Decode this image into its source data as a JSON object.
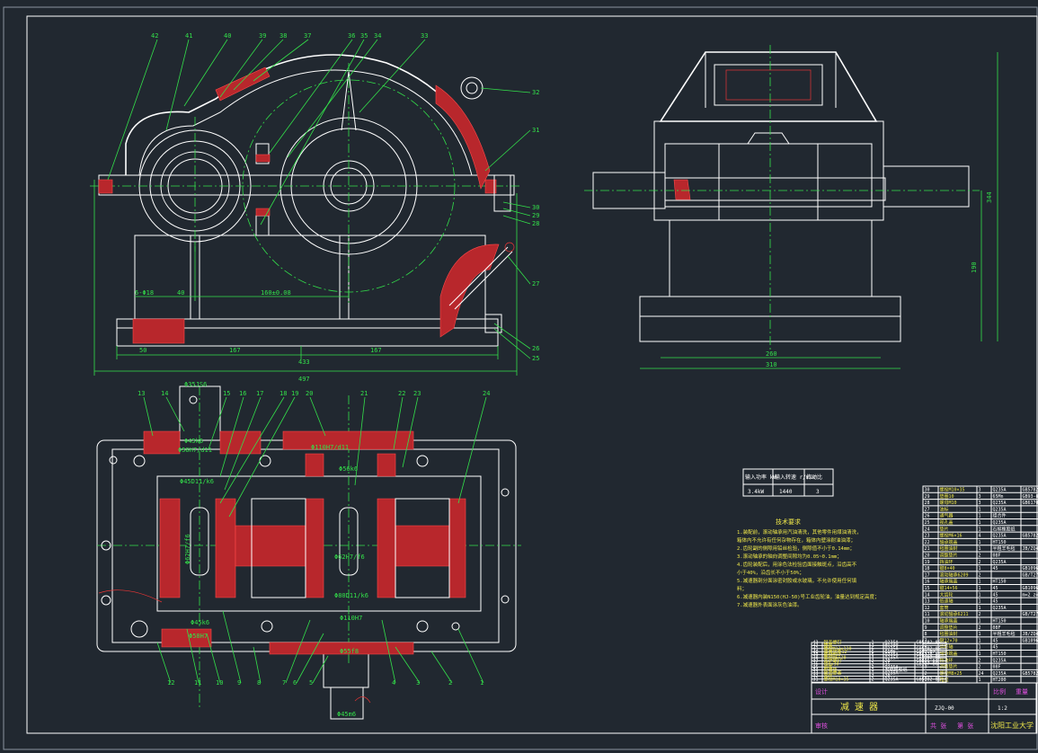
{
  "front_view": {
    "callouts_top": [
      "42",
      "41",
      "40",
      "39",
      "38",
      "37",
      "36",
      "35",
      "34",
      "33"
    ],
    "callouts_right": [
      "32",
      "31",
      "30",
      "29",
      "28",
      "27",
      "26",
      "25"
    ],
    "dims": {
      "d1": "6-Φ18",
      "d2": "40",
      "d3": "160±0.08",
      "d4": "50",
      "d5": "167",
      "d6": "167",
      "d7": "433",
      "d8": "497"
    }
  },
  "side_view": {
    "dims": {
      "height1": "344",
      "height2": "190",
      "base1": "260",
      "base2": "310"
    }
  },
  "plan_view": {
    "callouts_top": [
      "13",
      "14",
      "15",
      "16",
      "17",
      "18",
      "19",
      "20",
      "21",
      "22",
      "23",
      "24"
    ],
    "callouts_bottom": [
      "12",
      "11",
      "10",
      "9",
      "8",
      "7",
      "6",
      "5",
      "4",
      "3",
      "2",
      "1"
    ],
    "fits": {
      "f1": "Φ35JS6",
      "f2": "Φ45k6",
      "f3": "Φ58H7/d11",
      "f4": "Φ45D11/k6",
      "f5": "Φ62H7/f6",
      "f6": "Φ110H7/d11",
      "f7": "Φ56k6",
      "f8": "Φ62H7/f6",
      "f9": "Φ80D11/k6",
      "f10": "Φ110H7",
      "f11": "Φ45k6",
      "f12": "Φ58H7",
      "f13": "Φ55f8",
      "f14": "Φ45m6"
    }
  },
  "spec_table": {
    "headers": [
      "输入功率 kW",
      "输入转速 r/min",
      "传动比"
    ],
    "values": [
      "3.4kW",
      "1440",
      "3"
    ]
  },
  "tech_title": "技术要求",
  "tech_lines": [
    "1.装配前，滚动轴承用汽油清洗，其他零件用煤油清洗，",
    "箱体内不允许有任何杂物存在，箱体内壁涂耐油油漆；",
    "2.齿轮副的侧隙用铅丝检验，侧隙值不小于0.14mm；",
    "3.滚动轴承的轴向调整间隙均为0.05~0.1mm；",
    "4.齿轮装配后，用涂色法检验齿面接触斑点，沿齿高不",
    "小于40%，沿齿长不小于50%；",
    "5.减速器剖分面涂密封胶或水玻璃，不允许使用任何填",
    "料；",
    "6.减速器内装N150(HJ-50)号工业齿轮油，油量达到规定高度；",
    "7.减速器外表面涂灰色油漆。"
  ],
  "bom_right": [
    [
      "30",
      "螺栓M10×35",
      "3",
      "Q235A",
      "GB5782-86"
    ],
    [
      "29",
      "垫圈10",
      "3",
      "65Mn",
      "GB93-87"
    ],
    [
      "28",
      "螺母M10",
      "3",
      "Q235A",
      "GB6170-86"
    ],
    [
      "27",
      "油标",
      "1",
      "Q235A",
      ""
    ],
    [
      "26",
      "通气器",
      "1",
      "组合件",
      ""
    ],
    [
      "25",
      "视孔盖",
      "1",
      "Q235A",
      ""
    ],
    [
      "24",
      "垫片",
      "1",
      "石棉橡胶纸",
      ""
    ],
    [
      "23",
      "螺栓M6×16",
      "4",
      "Q235A",
      "GB5782-86"
    ],
    [
      "22",
      "轴承端盖",
      "1",
      "HT150",
      ""
    ],
    [
      "21",
      "毡圈油封",
      "1",
      "半粗羊毛毡",
      "JB/ZQ4606"
    ],
    [
      "20",
      "调整垫片",
      "2",
      "08F",
      ""
    ],
    [
      "19",
      "挡油环",
      "2",
      "Q235A",
      ""
    ],
    [
      "18",
      "键8×40",
      "1",
      "45",
      "GB1096-79"
    ],
    [
      "17",
      "滚动轴承6209",
      "2",
      "",
      "GB/T276-94"
    ],
    [
      "16",
      "轴承端盖",
      "1",
      "HT150",
      ""
    ],
    [
      "15",
      "键14×56",
      "1",
      "45",
      "GB1096-79"
    ],
    [
      "14",
      "大齿轮",
      "1",
      "45",
      "m=2 z=116"
    ],
    [
      "13",
      "低速轴",
      "1",
      "45",
      ""
    ],
    [
      "12",
      "套筒",
      "1",
      "Q235A",
      ""
    ],
    [
      "11",
      "滚动轴承6211",
      "2",
      "",
      "GB/T276-94"
    ],
    [
      "10",
      "轴承端盖",
      "1",
      "HT150",
      ""
    ],
    [
      "9",
      "调整垫片",
      "2",
      "08F",
      ""
    ],
    [
      "8",
      "毡圈油封",
      "1",
      "半粗羊毛毡",
      "JB/ZQ4606"
    ],
    [
      "7",
      "键12×70",
      "1",
      "45",
      "GB1096-79"
    ],
    [
      "6",
      "齿轮轴",
      "1",
      "45",
      ""
    ],
    [
      "5",
      "轴承端盖",
      "1",
      "HT150",
      ""
    ],
    [
      "4",
      "挡油环",
      "2",
      "Q235A",
      ""
    ],
    [
      "3",
      "调整垫片",
      "2",
      "08F",
      ""
    ],
    [
      "2",
      "螺栓M8×25",
      "24",
      "Q235A",
      "GB5782-86"
    ],
    [
      "1",
      "箱座",
      "1",
      "HT200",
      ""
    ]
  ],
  "bom_left": [
    [
      "43",
      "起盖螺钉",
      "1",
      "Q235A",
      "GB5782-86"
    ],
    [
      "42",
      "箱盖",
      "1",
      "HT200",
      ""
    ],
    [
      "41",
      "螺栓M12×110",
      "6",
      "Q235A",
      "GB5782-86"
    ],
    [
      "40",
      "弹簧垫圈12",
      "6",
      "65Mn",
      "GB93-87"
    ],
    [
      "39",
      "螺母M12",
      "6",
      "Q235A",
      "GB6170-86"
    ],
    [
      "38",
      "螺栓M6×20",
      "4",
      "Q235A",
      "GB5782-86"
    ],
    [
      "37",
      "吊环螺钉",
      "2",
      "20",
      "GB825-88"
    ],
    [
      "36",
      "销8×30",
      "2",
      "35",
      "GB117-86"
    ],
    [
      "35",
      "油塞",
      "1",
      "Q235A",
      ""
    ],
    [
      "34",
      "封油垫",
      "1",
      "石棉橡胶纸",
      ""
    ],
    [
      "33",
      "放油螺塞",
      "1",
      "Q235A",
      ""
    ],
    [
      "32",
      "吊环",
      "2",
      "20",
      ""
    ],
    [
      "31",
      "螺栓M10×35",
      "2",
      "Q235A",
      "GB5782-86"
    ]
  ],
  "title_block": {
    "name": "减 速 器",
    "drawing_no": "ZJQ-00",
    "scale": "1:2",
    "school": "沈阳工业大学",
    "labels": [
      "设计",
      "审核",
      "比例",
      "重量",
      "共 张",
      "第 张"
    ]
  }
}
